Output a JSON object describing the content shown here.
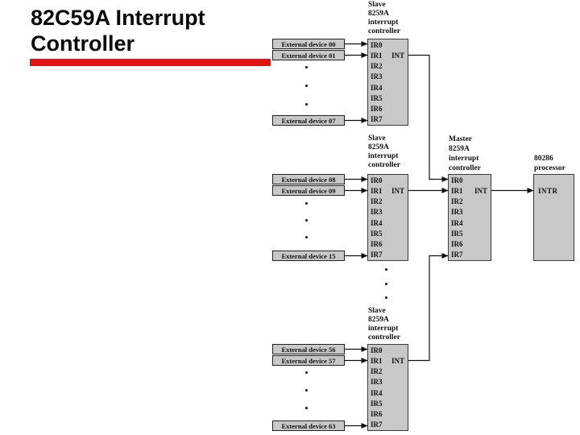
{
  "title": {
    "line1": "82C59A Interrupt",
    "line2": "Controller"
  },
  "colors": {
    "accent_red": "#e01212",
    "box_fill": "#c8c8c8",
    "box_border": "#3a3a3a"
  },
  "diagram": {
    "ir_labels": [
      "IR0",
      "IR1",
      "IR2",
      "IR3",
      "IR4",
      "IR5",
      "IR6",
      "IR7"
    ],
    "int_label": "INT",
    "slaves": [
      {
        "label_lines": [
          "Slave",
          "8259A",
          "interrupt",
          "controller"
        ],
        "devices": [
          "External device 00",
          "External device 01",
          "External device 07"
        ]
      },
      {
        "label_lines": [
          "Slave",
          "8259A",
          "interrupt",
          "controller"
        ],
        "devices": [
          "External device 08",
          "External device 09",
          "External device 15"
        ]
      },
      {
        "label_lines": [
          "Slave",
          "8259A",
          "interrupt",
          "controller"
        ],
        "devices": [
          "External device 56",
          "External device 57",
          "External device 63"
        ]
      }
    ],
    "master": {
      "label_lines": [
        "Master",
        "8259A",
        "interrupt",
        "controller"
      ]
    },
    "processor": {
      "label_lines": [
        "80286",
        "processor"
      ],
      "pin_label": "INTR"
    }
  }
}
